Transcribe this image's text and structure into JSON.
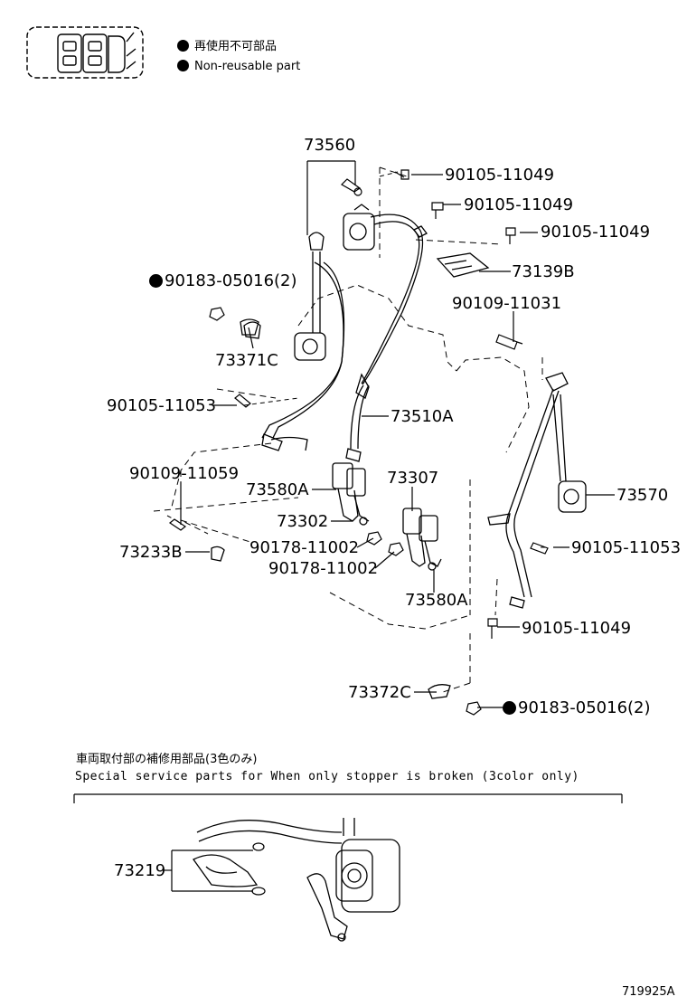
{
  "legend": {
    "icon": "non-reusable-part-icon",
    "line1": "再使用不可部品",
    "line2": "Non-reusable part"
  },
  "parts": {
    "p73560": "73560",
    "p90105_a": "90105-11049",
    "p90105_b": "90105-11049",
    "p90105_c": "90105-11049",
    "p73139B": "73139B",
    "p90183_top": "90183-05016(2)",
    "p90109_31": "90109-11031",
    "p73371C": "73371C",
    "p90105_53_left": "90105-11053",
    "p73510A": "73510A",
    "p90109_59": "90109-11059",
    "p73580A_left": "73580A",
    "p73307": "73307",
    "p73570": "73570",
    "p73302": "73302",
    "p90178_a": "90178-11002",
    "p90178_b": "90178-11002",
    "p73233B": "73233B",
    "p90105_53_right": "90105-11053",
    "p73580A_right": "73580A",
    "p90105_d": "90105-11049",
    "p73372C": "73372C",
    "p90183_bottom": "90183-05016(2)",
    "p73219": "73219"
  },
  "service_note": {
    "jp": "車両取付部の補修用部品(3色のみ)",
    "en": "Special  service  parts  for  When  only  stopper  is  broken  (3color  only)"
  },
  "diagram_id": "719925A"
}
